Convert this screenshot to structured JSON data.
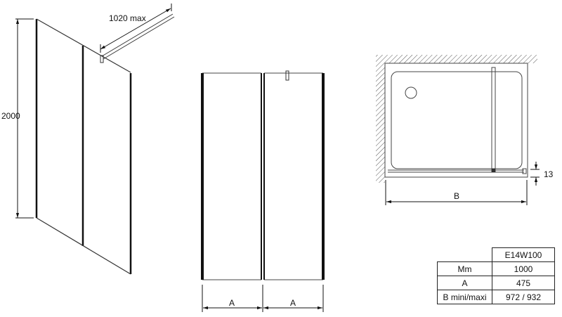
{
  "side_view": {
    "height_label": "2000",
    "arm_label": "1020 max"
  },
  "front_view": {
    "dim_left": "A",
    "dim_right": "A"
  },
  "plan_view": {
    "width_label": "B",
    "gap_label": "13"
  },
  "spec_table": {
    "model": "E14W100",
    "rows": [
      {
        "label": "Mm",
        "value": "1000"
      },
      {
        "label": "A",
        "value": "475"
      },
      {
        "label": "B mini/maxi",
        "value": "972 / 932"
      }
    ]
  }
}
